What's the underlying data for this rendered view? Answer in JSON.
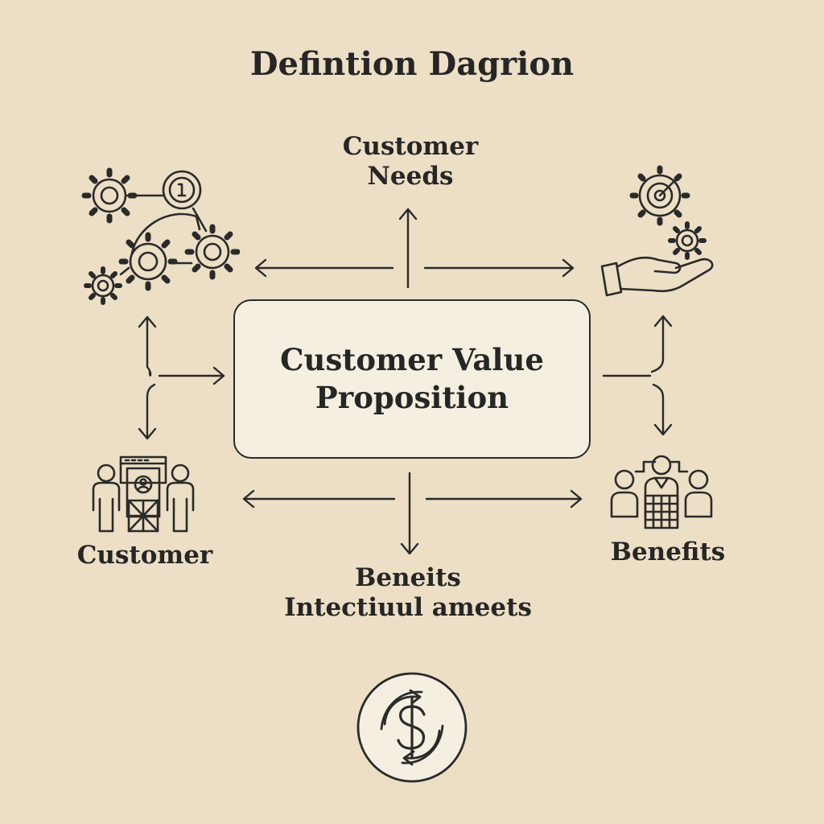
{
  "title": "Defintion Dagrion",
  "center": {
    "line1": "Customer Value",
    "line2": "Proposition"
  },
  "nodes": {
    "top": {
      "line1": "Customer",
      "line2": "Needs"
    },
    "left": {
      "label": "Customer"
    },
    "right": {
      "label": "Benefits"
    },
    "bottom": {
      "line1": "Beneits",
      "line2": "Intectiuul ameets"
    }
  },
  "icons": {
    "top_left": "gears-network-icon",
    "top_right": "hand-with-gears-icon",
    "left": "customer-people-icon",
    "right": "team-people-icon",
    "bottom": "dollar-cycle-icon"
  },
  "colors": {
    "background": "#ecdfc6",
    "box_fill": "#f4efe0",
    "ink": "#262626"
  }
}
